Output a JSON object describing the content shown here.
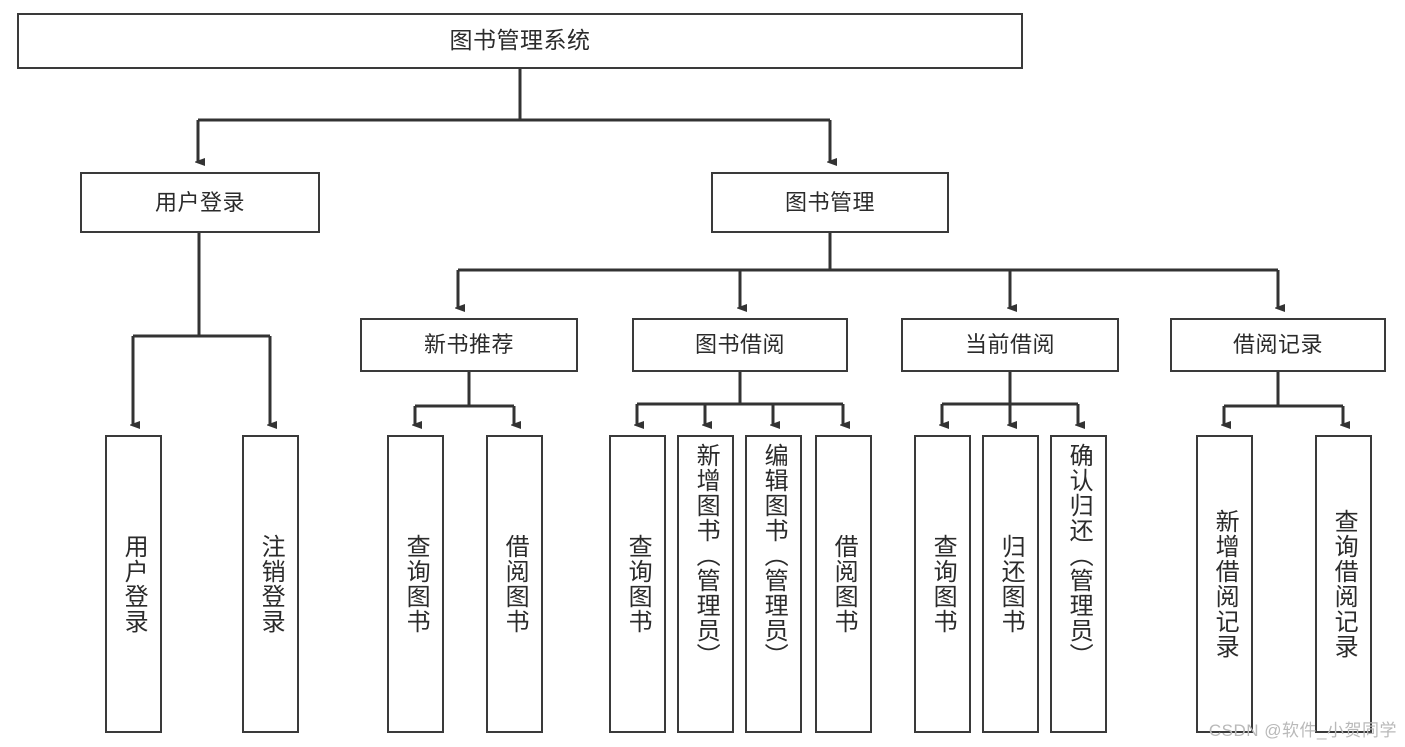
{
  "diagram": {
    "title": "图书管理系统",
    "type": "tree",
    "watermark": "CSDN @软件_小贺同学",
    "colors": {
      "background": "#ffffff",
      "border": "#3a3a3a",
      "text": "#2b2b2b",
      "connector": "#333333",
      "watermark": "#b9b9b9"
    },
    "nodes": {
      "root": {
        "label": "图书管理系统"
      },
      "level2": [
        {
          "label": "用户登录"
        },
        {
          "label": "图书管理"
        }
      ],
      "level3": [
        {
          "label": "新书推荐"
        },
        {
          "label": "图书借阅"
        },
        {
          "label": "当前借阅"
        },
        {
          "label": "借阅记录"
        }
      ],
      "leaves": {
        "user_login": [
          {
            "label": "用户登录"
          },
          {
            "label": "注销登录"
          }
        ],
        "new_book": [
          {
            "label": "查询图书"
          },
          {
            "label": "借阅图书"
          }
        ],
        "book_borrow": [
          {
            "label": "查询图书"
          },
          {
            "label": "新增图书（管理员）"
          },
          {
            "label": "编辑图书（管理员）"
          },
          {
            "label": "借阅图书"
          }
        ],
        "current_borrow": [
          {
            "label": "查询图书"
          },
          {
            "label": "归还图书"
          },
          {
            "label": "确认归还（管理员）"
          }
        ],
        "borrow_record": [
          {
            "label": "新增借阅记录"
          },
          {
            "label": "查询借阅记录"
          }
        ]
      }
    }
  }
}
